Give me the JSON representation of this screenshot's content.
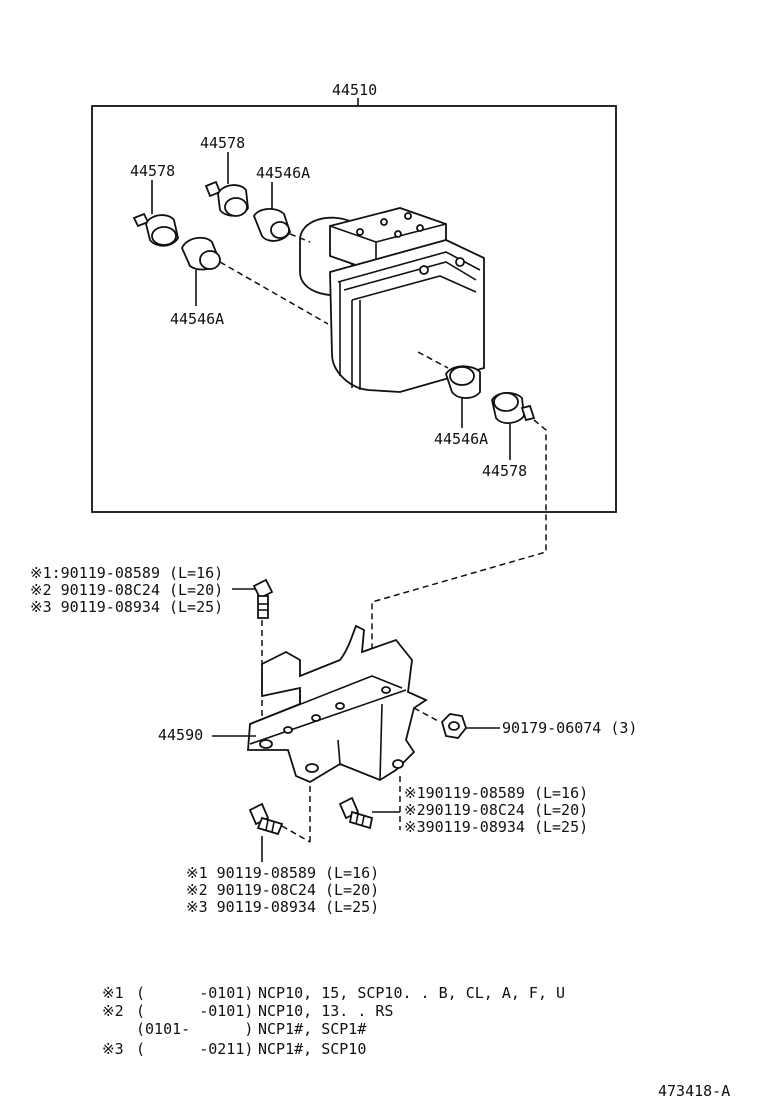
{
  "assembly_number": "44510",
  "labels": {
    "p_44578_top": "44578",
    "p_44578_left": "44578",
    "p_44546a_top": "44546A",
    "p_44546a_left": "44546A",
    "p_44546a_bottom": "44546A",
    "p_44578_bottom": "44578",
    "bracket": "44590",
    "nut": "90179-06074 (3)"
  },
  "bolt_groups": {
    "top_left": [
      "※1:90119-08589 (L=16)",
      "※2 90119-08C24 (L=20)",
      "※3 90119-08934 (L=25)"
    ],
    "right": [
      "※190119-08589 (L=16)",
      "※290119-08C24 (L=20)",
      "※390119-08934 (L=25)"
    ],
    "bottom": [
      "※1 90119-08589 (L=16)",
      "※2 90119-08C24 (L=20)",
      "※3 90119-08934 (L=25)"
    ]
  },
  "notes": [
    {
      "mark": "※1",
      "range": "(      -0101)",
      "models": "NCP10, 15, SCP10. . B, CL, A, F, U"
    },
    {
      "mark": "※2",
      "range": "(      -0101)",
      "models": "NCP10, 13. . RS"
    },
    {
      "mark": "",
      "range": "(0101-      )",
      "models": "NCP1#, SCP1#"
    },
    {
      "mark": "※3",
      "range": "(      -0211)",
      "models": "NCP1#, SCP10"
    }
  ],
  "diagram_id": "473418-A"
}
